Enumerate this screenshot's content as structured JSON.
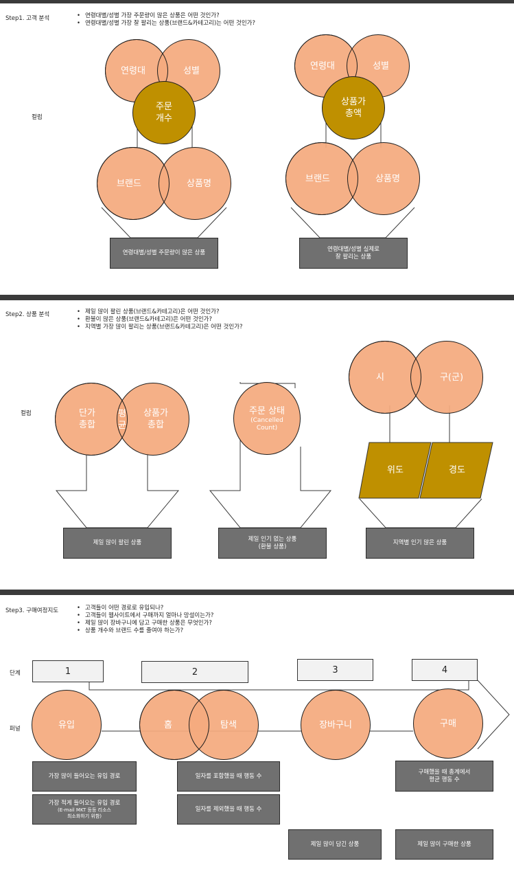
{
  "step1": {
    "title": "Step1. 고객 분석",
    "bullets": [
      "연령대별/성별 가장 주문량이 많은 상품은 어떤 것인가?",
      "연령대별/성별 가장 잘 팔리는 상품(브랜드&카테고리)는 어떤 것인가?"
    ],
    "column_label": "컬럼",
    "left": {
      "age": "연령대",
      "gender": "성별",
      "center_line1": "주문",
      "center_line2": "개수",
      "brand": "브랜드",
      "product": "상품명",
      "result": "연령대별/성별 주문량이 많은 상품"
    },
    "right": {
      "age": "연령대",
      "gender": "성별",
      "center_line1": "상품가",
      "center_line2": "총액",
      "brand": "브랜드",
      "product": "상품명",
      "result_line1": "연령대별/성별 실제로",
      "result_line2": "잘 팔리는 상품"
    }
  },
  "step2": {
    "title": "Step2. 상품 분석",
    "bullets": [
      "제일 많이 팔린 상품(브랜드&카테고리)은 어떤 것인가?",
      "환불이 많은 상품(브랜드&카테고리)은 어떤 것인가?",
      "지역별 가장 많이 팔리는 상품(브랜드&카테고리)은 어떤 것인가?"
    ],
    "column_label": "컬럼",
    "price_line1": "단가",
    "price_line2": "총합",
    "avg_line1": "평",
    "avg_line2": "균",
    "pprice_line1": "상품가",
    "pprice_line2": "총합",
    "order_status": "주문 상태",
    "order_status_sub1": "(Cancelled",
    "order_status_sub2": "Count)",
    "city": "시",
    "district": "구(군)",
    "lat": "위도",
    "lon": "경도",
    "result_best": "제일 많이 팔린 상품",
    "result_unpopular_line1": "제일 인기 없는 상품",
    "result_unpopular_line2": "(환불 상품)",
    "result_region": "지역별 인기 많은 상품"
  },
  "step3": {
    "title": "Step3. 구매여정지도",
    "bullets": [
      "고객들이 어떤 경로로 유입되나?",
      "고객들이 웹사이트에서 구매까지 얼마나 망설이는가?",
      "제일 많이 장바구니에 담고 구매한 상품은 무엇인가?",
      "상품 개수와 브랜드 수를 줄여야 하는가?"
    ],
    "stage_label": "단계",
    "funnel_label": "퍼널",
    "stages": [
      "1",
      "2",
      "3",
      "4"
    ],
    "funnel": {
      "inflow": "유입",
      "home": "홈",
      "explore": "탐색",
      "cart": "장바구니",
      "purchase": "구매"
    },
    "boxes": {
      "most_inflow": "가장 많이 들어오는 유입 경로",
      "least_inflow_line1": "가장 적게 들어오는 유입 경로",
      "least_inflow_line2": "(E-mail MKT 등등 리소스",
      "least_inflow_line3": "최소화하기 위함)",
      "with_date": "일자를 포함했을 때 행동 수",
      "without_date": "일자를 제외했을 때 행동 수",
      "most_cart": "제일 많이 담긴 상품",
      "avg_actions_line1": "구매했을 때 총계에서",
      "avg_actions_line2": "평균 행동 수",
      "most_purchased": "제일 많이 구매한 상품"
    }
  },
  "colors": {
    "salmon": "#f4aa7e",
    "gold": "#bf9000",
    "gray_box": "#707070",
    "bar": "#3b3b3b"
  }
}
